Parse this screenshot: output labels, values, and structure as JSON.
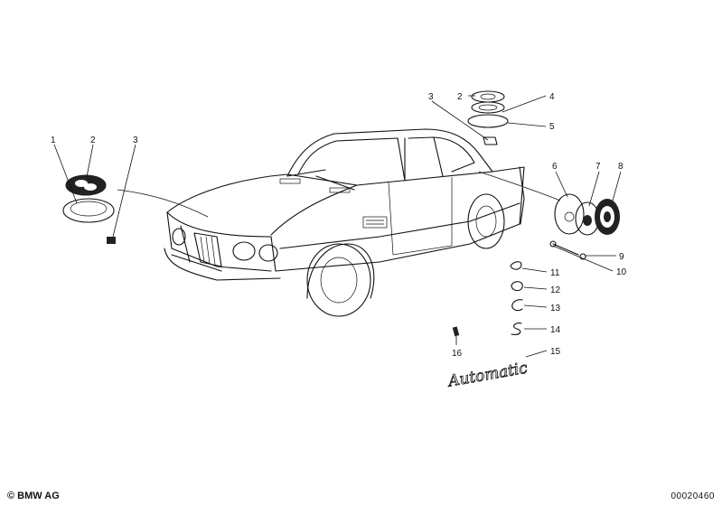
{
  "footer": {
    "copyright": "© BMW AG",
    "diagram_number": "00020460"
  },
  "callouts": {
    "c1": "1",
    "c2a": "2",
    "c3a": "3",
    "c3b": "3",
    "c2b": "2",
    "c4": "4",
    "c5": "5",
    "c6": "6",
    "c7": "7",
    "c8": "8",
    "c9": "9",
    "c10": "10",
    "c11": "11",
    "c12": "12",
    "c13": "13",
    "c14": "14",
    "c15": "15",
    "c16": "16"
  },
  "emblem_text": "Automatic"
}
